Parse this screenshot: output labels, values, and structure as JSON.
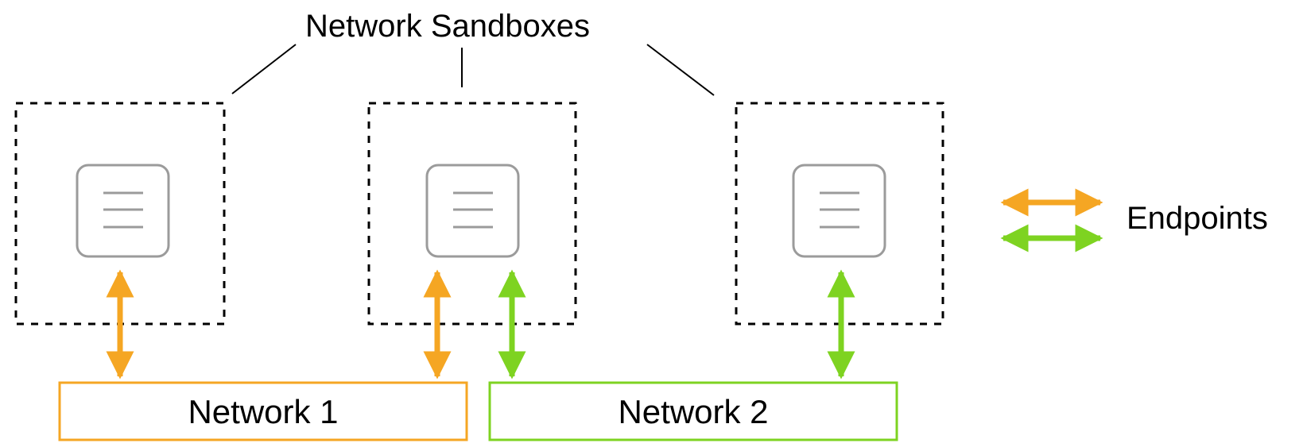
{
  "title": "Network Sandboxes",
  "legend": {
    "label": "Endpoints",
    "colors": [
      "#F5A623",
      "#7ED321"
    ]
  },
  "networks": [
    {
      "label": "Network 1",
      "color": "#F5A623"
    },
    {
      "label": "Network 2",
      "color": "#7ED321"
    }
  ],
  "sandboxes": [
    {
      "icon": "container-icon"
    },
    {
      "icon": "container-icon"
    },
    {
      "icon": "container-icon"
    }
  ],
  "colors": {
    "orange": "#F5A623",
    "green": "#7ED321",
    "icon_gray": "#9B9B9B",
    "border": "#000000"
  }
}
